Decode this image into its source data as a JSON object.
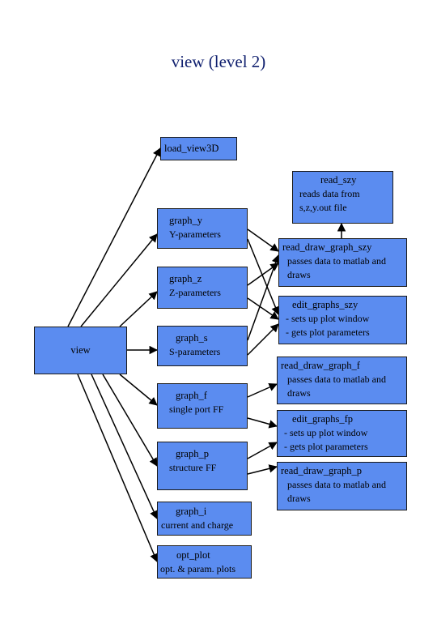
{
  "title": "view (level 2)",
  "boxes": {
    "view": {
      "title": "view"
    },
    "load_view3d": {
      "title": "load_view3D"
    },
    "read_szy": {
      "title": "read_szy",
      "desc": "reads data from\ns,z,y.out file"
    },
    "graph_y": {
      "title": "graph_y",
      "desc": "Y-parameters"
    },
    "read_draw_graph_szy": {
      "title": "read_draw_graph_szy",
      "desc": "passes data to matlab and\ndraws"
    },
    "graph_z": {
      "title": "graph_z",
      "desc": "Z-parameters"
    },
    "edit_graphs_szy": {
      "title": "edit_graphs_szy",
      "desc": "- sets up plot window\n- gets plot parameters"
    },
    "graph_s": {
      "title": "graph_s",
      "desc": "S-parameters"
    },
    "read_draw_graph_f": {
      "title": "read_draw_graph_f",
      "desc": "passes data to matlab and\ndraws"
    },
    "graph_f": {
      "title": "graph_f",
      "desc": "single port FF"
    },
    "edit_graphs_fp": {
      "title": "edit_graphs_fp",
      "desc": "- sets up plot window\n- gets plot parameters"
    },
    "graph_p": {
      "title": "graph_p",
      "desc": "structure FF"
    },
    "read_draw_graph_p": {
      "title": "read_draw_graph_p",
      "desc": "passes data to matlab and\ndraws"
    },
    "graph_i": {
      "title": "graph_i",
      "desc": "current and charge"
    },
    "opt_plot": {
      "title": "opt_plot",
      "desc": "opt. & param. plots"
    }
  }
}
